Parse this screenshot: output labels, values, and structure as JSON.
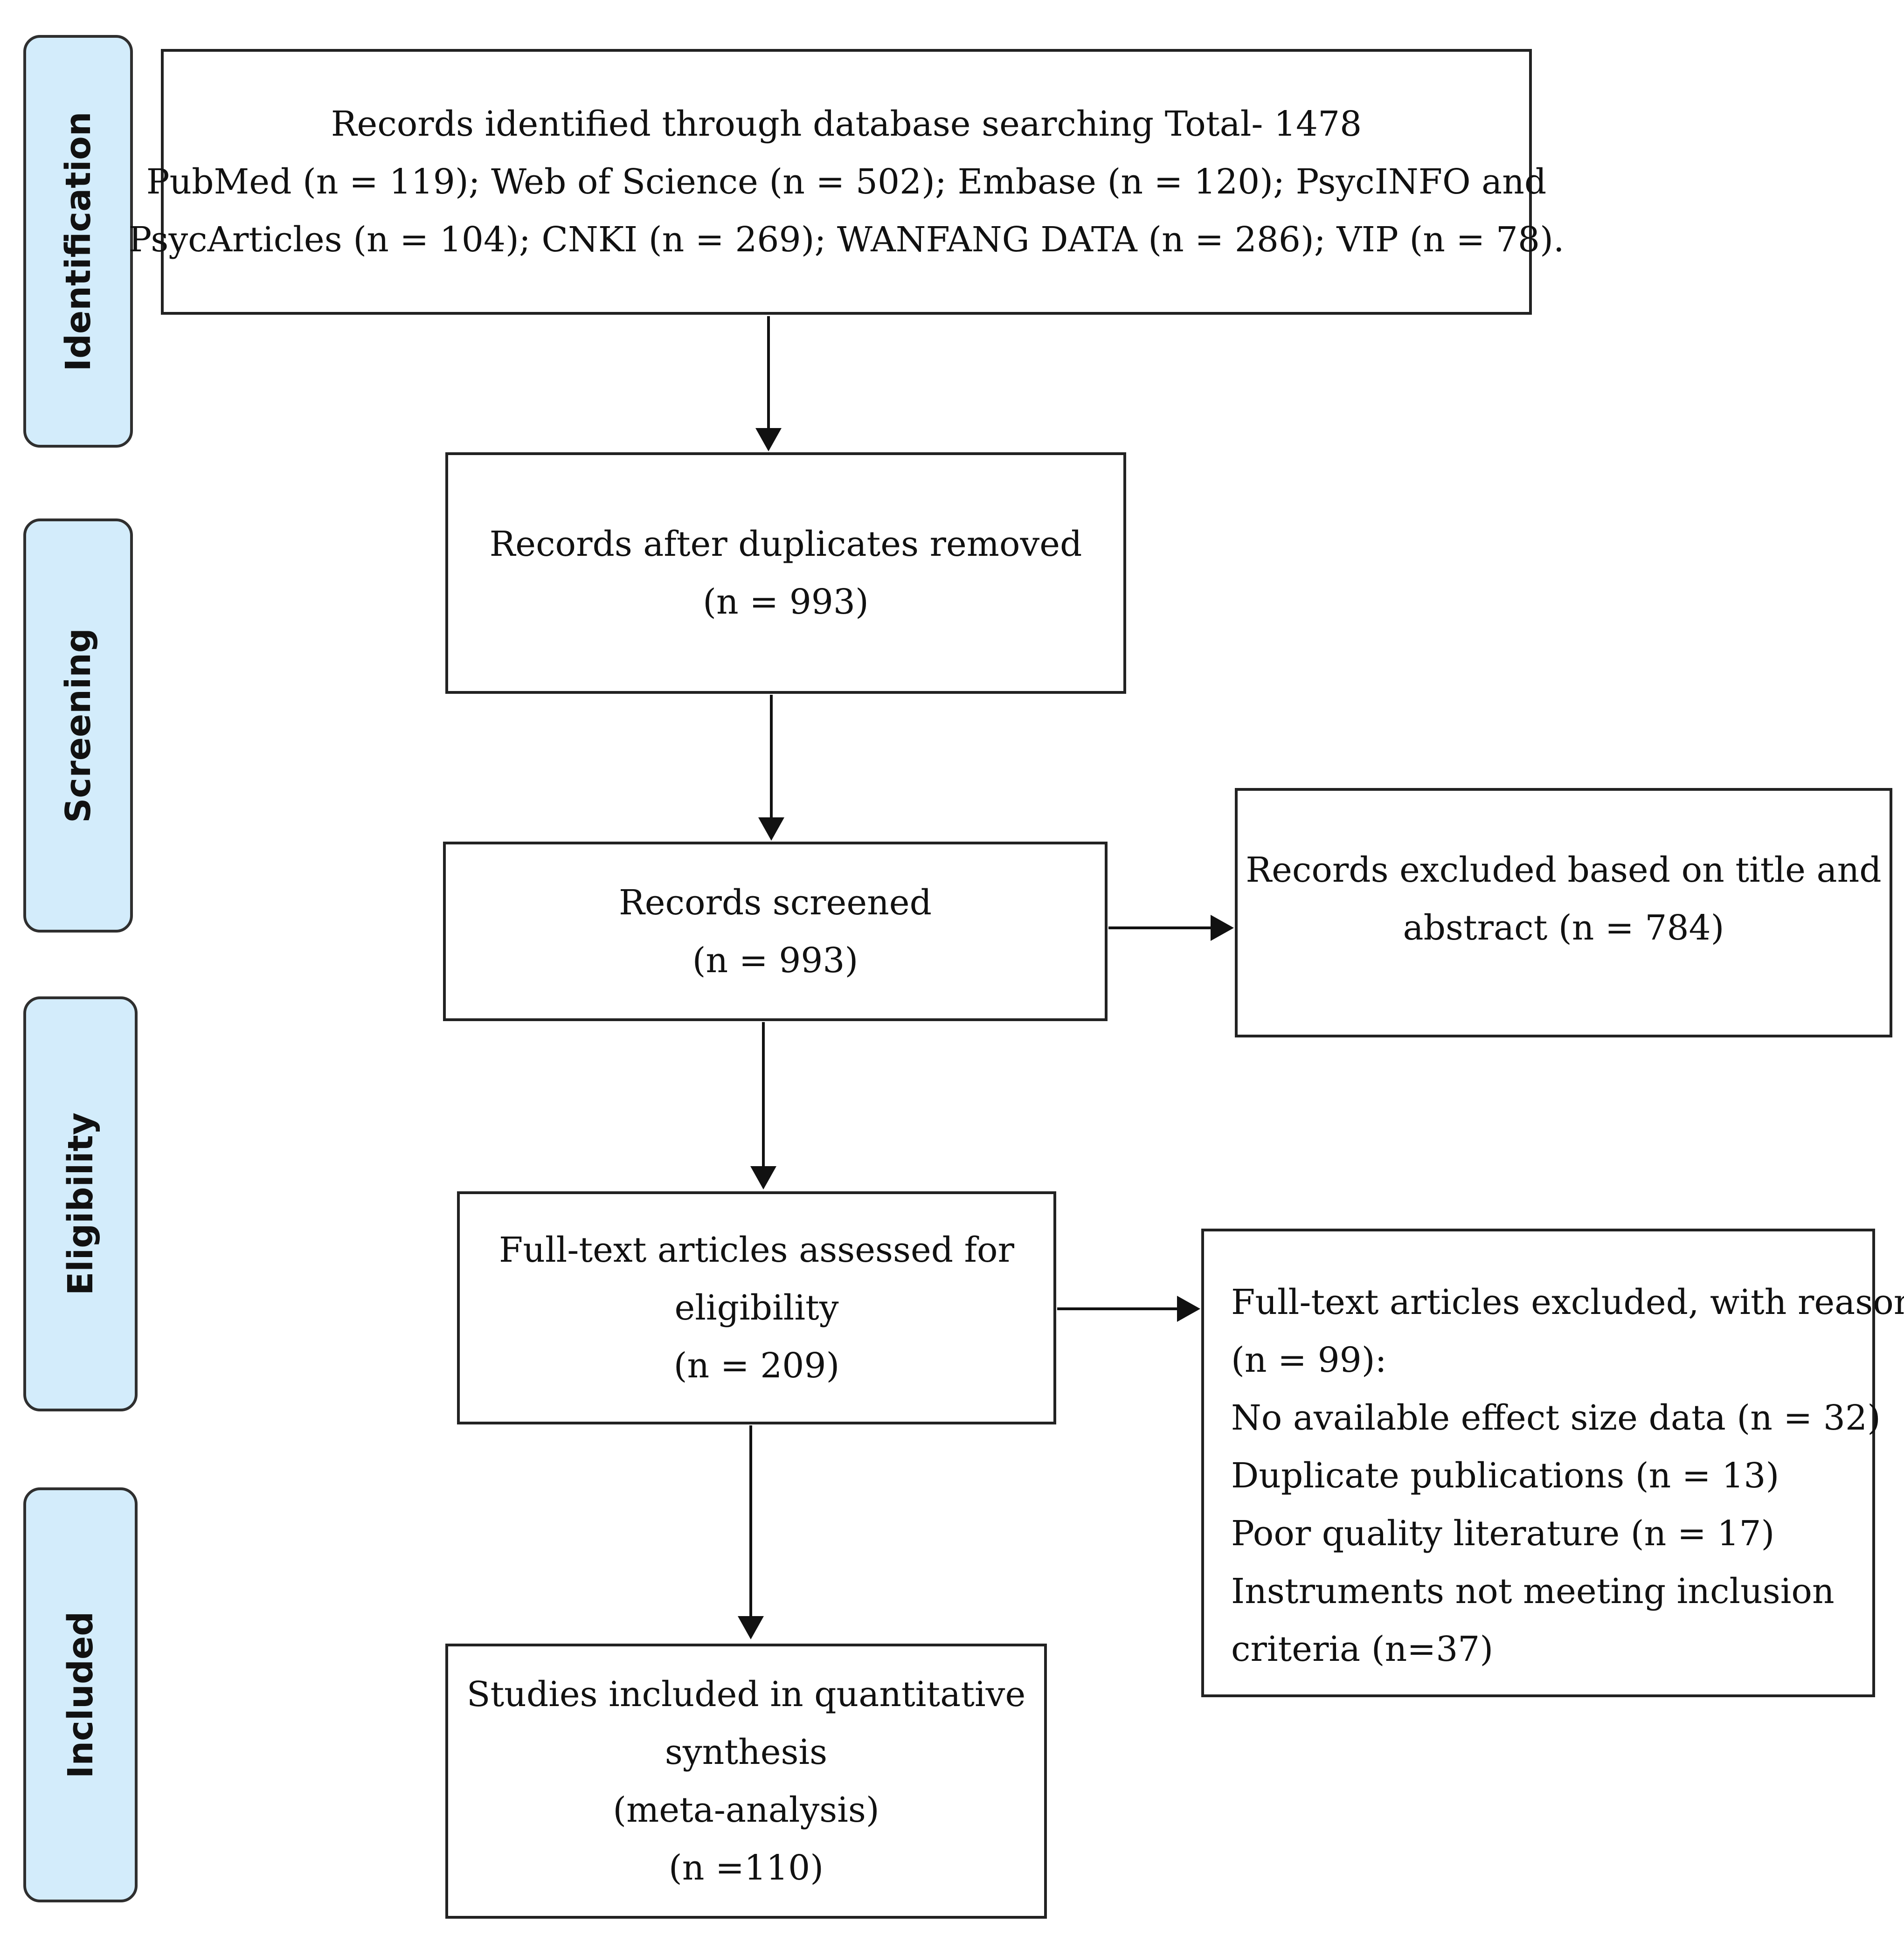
{
  "stages": [
    {
      "id": "identification",
      "label": "Identification"
    },
    {
      "id": "screening",
      "label": "Screening"
    },
    {
      "id": "eligibility",
      "label": "Eligibility"
    },
    {
      "id": "included",
      "label": "Included"
    }
  ],
  "boxes": {
    "identified": {
      "lines": [
        "Records identified through database searching Total- 1478",
        "PubMed (n = 119); Web of Science (n = 502); Embase (n = 120); PsycINFO and",
        "PsycArticles (n = 104); CNKI (n = 269); WANFANG DATA (n = 286); VIP (n = 78)."
      ]
    },
    "deduplicated": {
      "lines": [
        "Records after duplicates removed",
        "(n = 993)"
      ]
    },
    "screened": {
      "lines": [
        "Records screened",
        "(n = 993)"
      ]
    },
    "excluded_title": {
      "lines": [
        "Records excluded based on title and",
        "abstract (n = 784)"
      ]
    },
    "fulltext": {
      "lines": [
        "Full-text articles assessed for",
        "eligibility",
        "(n = 209)"
      ]
    },
    "excluded_fulltext": {
      "lines": [
        "Full-text articles excluded, with reasons",
        "(n = 99):",
        "No available effect size data (n = 32)",
        "Duplicate publications (n = 13)",
        "Poor quality literature (n = 17)",
        "Instruments not meeting inclusion",
        "criteria (n=37)"
      ]
    },
    "included": {
      "lines": [
        "Studies included in quantitative",
        "synthesis",
        "(meta-analysis)",
        "(n =110)"
      ]
    }
  }
}
